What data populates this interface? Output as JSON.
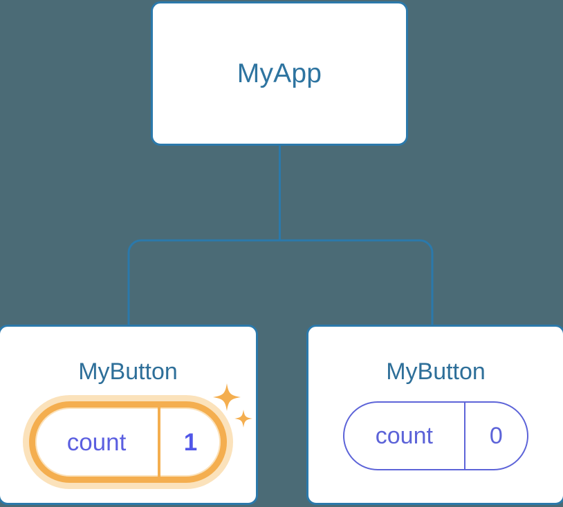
{
  "diagram": {
    "type": "component-tree",
    "background_color": "#4b6b76",
    "edge_color": "#2b79ab",
    "nodes": [
      {
        "id": "myapp",
        "label": "MyApp",
        "label_color": "#2e74a0",
        "border_color": "#2b79ab",
        "fill_color": "#ffffff",
        "state": null
      },
      {
        "id": "mybutton-left",
        "label": "MyButton",
        "label_color": "#2e6f99",
        "border_color": "#2b79ab",
        "fill_color": "#ffffff",
        "state": {
          "key": "count",
          "value": "1",
          "highlighted": true,
          "highlight_color": "#f4ae4f",
          "glow_color": "#fbe2bb",
          "text_color": "#5157e8",
          "sparkles": 2
        }
      },
      {
        "id": "mybutton-right",
        "label": "MyButton",
        "label_color": "#2e6f99",
        "border_color": "#2b79ab",
        "fill_color": "#ffffff",
        "state": {
          "key": "count",
          "value": "0",
          "highlighted": false,
          "stroke_color": "#5c63d8",
          "text_color": "#5c63d8",
          "sparkles": 0
        }
      }
    ],
    "edges": [
      {
        "from": "myapp",
        "to": "mybutton-left"
      },
      {
        "from": "myapp",
        "to": "mybutton-right"
      }
    ]
  }
}
